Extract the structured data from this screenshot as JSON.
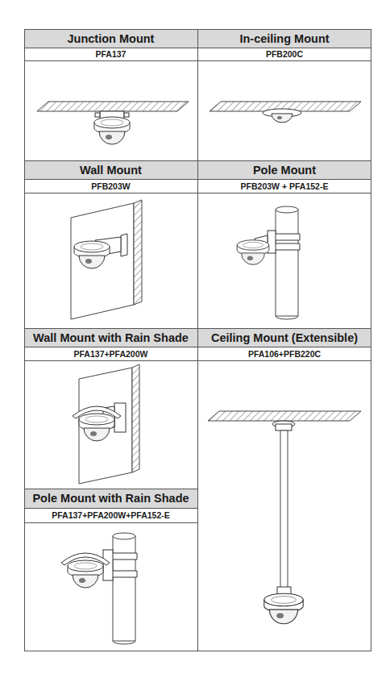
{
  "diagram": {
    "labels": [
      "Junction Mount",
      "In-ceiling Mount",
      "PFA137",
      "PFB200C",
      "Wall Mount",
      "Pole Mount",
      "PFB203W",
      "PFB203W + PFA152-E",
      "Wall Mount with Rain Shade",
      "Ceiling Mount (Extensible)",
      "PFA137+PFA200W",
      "PFA106+PFB220C",
      "Pole Mount with Rain Shade",
      "PFA137+PFA200W+PFA152-E"
    ]
  }
}
